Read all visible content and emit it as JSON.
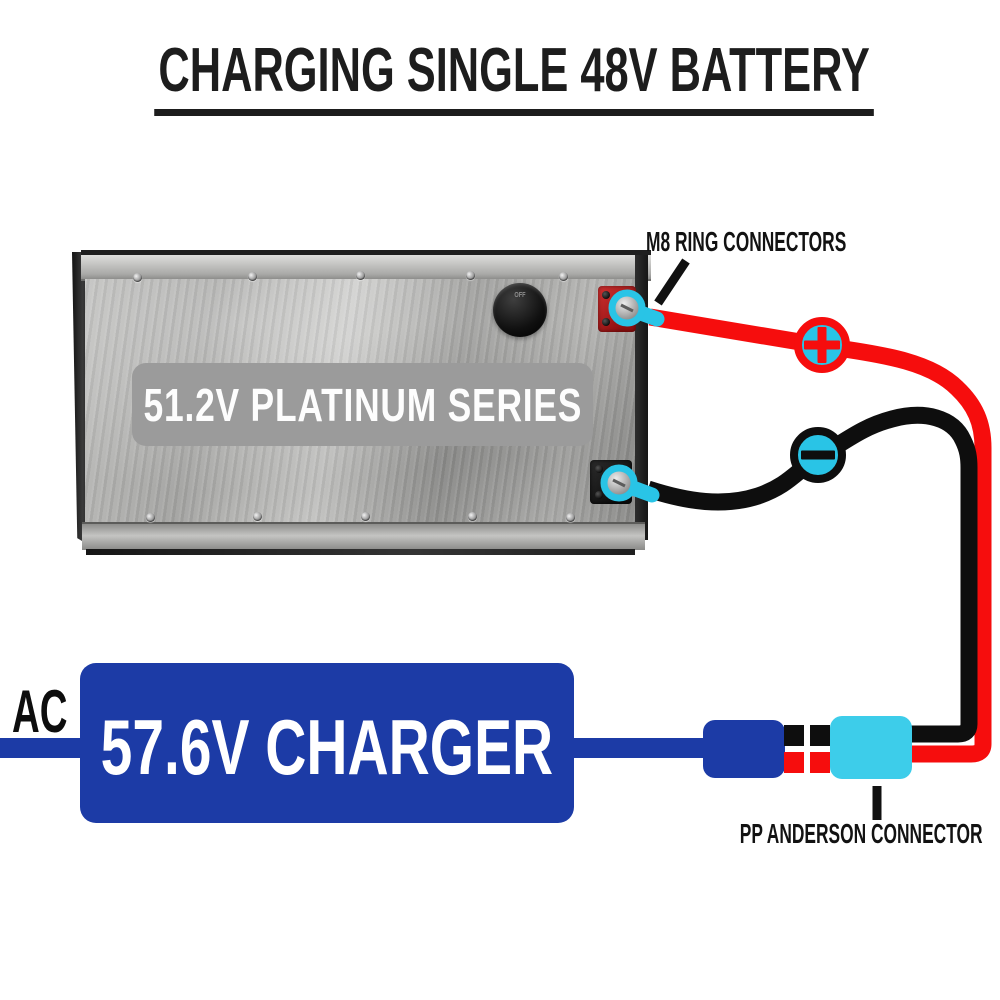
{
  "title": {
    "text": "CHARGING SINGLE 48V BATTERY"
  },
  "battery": {
    "series_label": "51.2V PLATINUM SERIES",
    "power_knob_label": "OFF"
  },
  "charger": {
    "label": "57.6V CHARGER",
    "ac_input_label": "AC"
  },
  "annotations": {
    "m8_ring_connectors": "M8 RING CONNECTORS",
    "pp_anderson_connector": "PP ANDERSON CONNECTOR"
  },
  "icons": {
    "plus_icon": "+",
    "minus_icon": "−",
    "m8_ring_connector_icon": "cyan ring around terminal screw",
    "screw_icon": "metal screw head"
  },
  "colors": {
    "wire_red": "#f60d0d",
    "wire_black": "#0e0e0e",
    "connector_cyan": "#29c4e6",
    "anderson_cyan": "#3dcdea",
    "charger_blue": "#1c3ba6",
    "battery_label_gray": "#9b9b9b"
  }
}
